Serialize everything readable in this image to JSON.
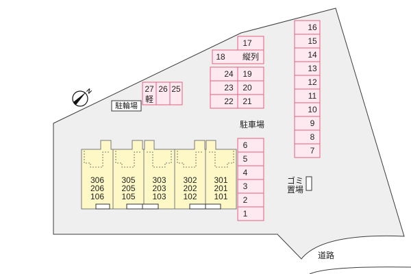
{
  "map": {
    "compass": {
      "letter": "N",
      "icon": "north-arrow-icon"
    },
    "labels": {
      "bicycle_parking": "駐輪場",
      "parking_lot": "駐車場",
      "garbage_area_line1": "ゴミ",
      "garbage_area_line2": "置場",
      "road": "道路"
    },
    "parking": {
      "right_column": [
        "16",
        "15",
        "14",
        "13",
        "12",
        "11",
        "10",
        "9",
        "8",
        "7"
      ],
      "front_column": [
        "6",
        "5",
        "4",
        "3",
        "2",
        "1"
      ],
      "center_left": [
        "24",
        "23",
        "22"
      ],
      "center_right": [
        "19",
        "20",
        "21"
      ],
      "space_17": "17",
      "space_18": {
        "number": "18",
        "type": "縦列"
      },
      "small_spaces": [
        {
          "number": "27",
          "note": "軽"
        },
        {
          "number": "26"
        },
        {
          "number": "25"
        }
      ]
    },
    "building": {
      "units": [
        {
          "rooms": [
            "306",
            "206",
            "106"
          ]
        },
        {
          "rooms": [
            "305",
            "205",
            "105"
          ]
        },
        {
          "rooms": [
            "303",
            "203",
            "103"
          ]
        },
        {
          "rooms": [
            "302",
            "202",
            "102"
          ]
        },
        {
          "rooms": [
            "301",
            "201",
            "101"
          ]
        }
      ]
    },
    "colors": {
      "lot": "#efefef",
      "parking_fill": "#fde9ef",
      "parking_stroke": "#e0607e",
      "building_fill": "#fdf8c6",
      "building_stroke": "#777777"
    }
  }
}
